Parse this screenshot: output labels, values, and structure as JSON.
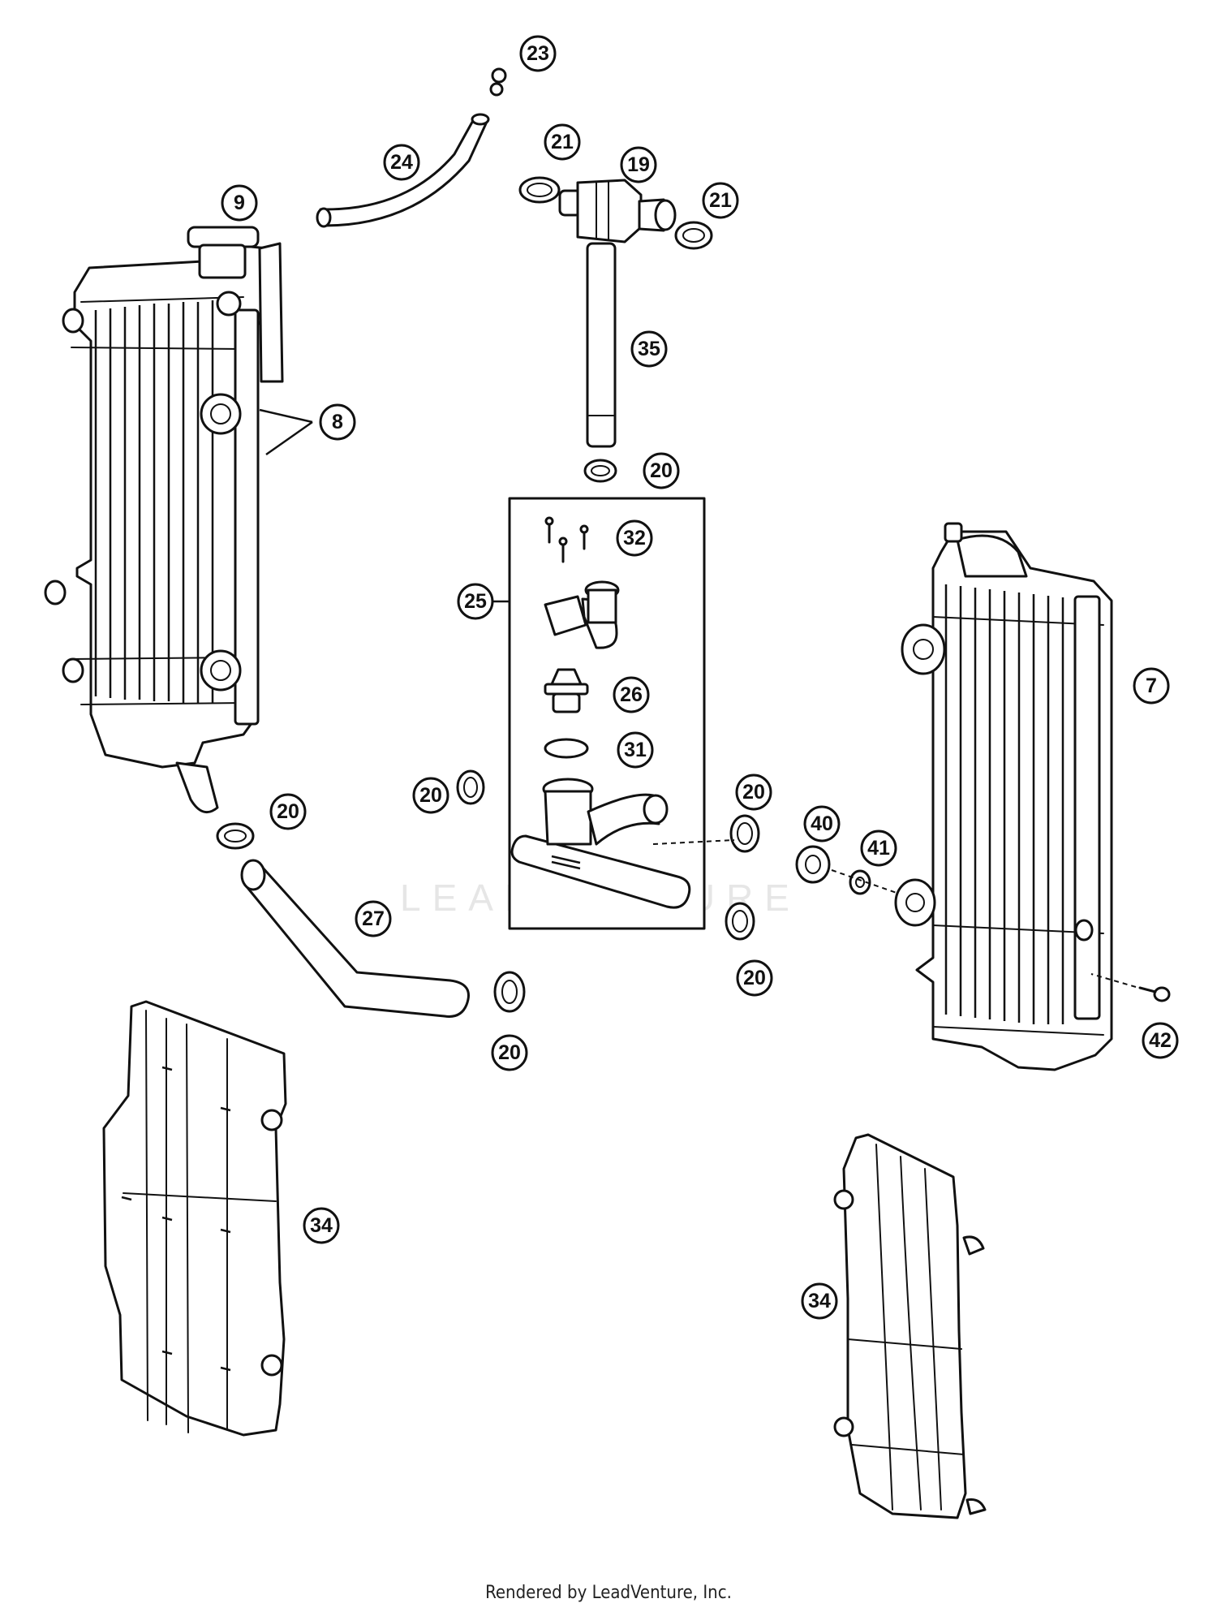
{
  "watermark": "LEADVENTURE",
  "footer": "Rendered by LeadVenture, Inc.",
  "callouts": [
    "23",
    "24",
    "21",
    "19",
    "21",
    "9",
    "35",
    "8",
    "20",
    "32",
    "25",
    "26",
    "7",
    "31",
    "20",
    "20",
    "40",
    "41",
    "20",
    "27",
    "20",
    "42",
    "20",
    "34",
    "34"
  ],
  "colors": {
    "line": "#111111",
    "background": "#ffffff",
    "watermark": "#e6e6e6"
  }
}
